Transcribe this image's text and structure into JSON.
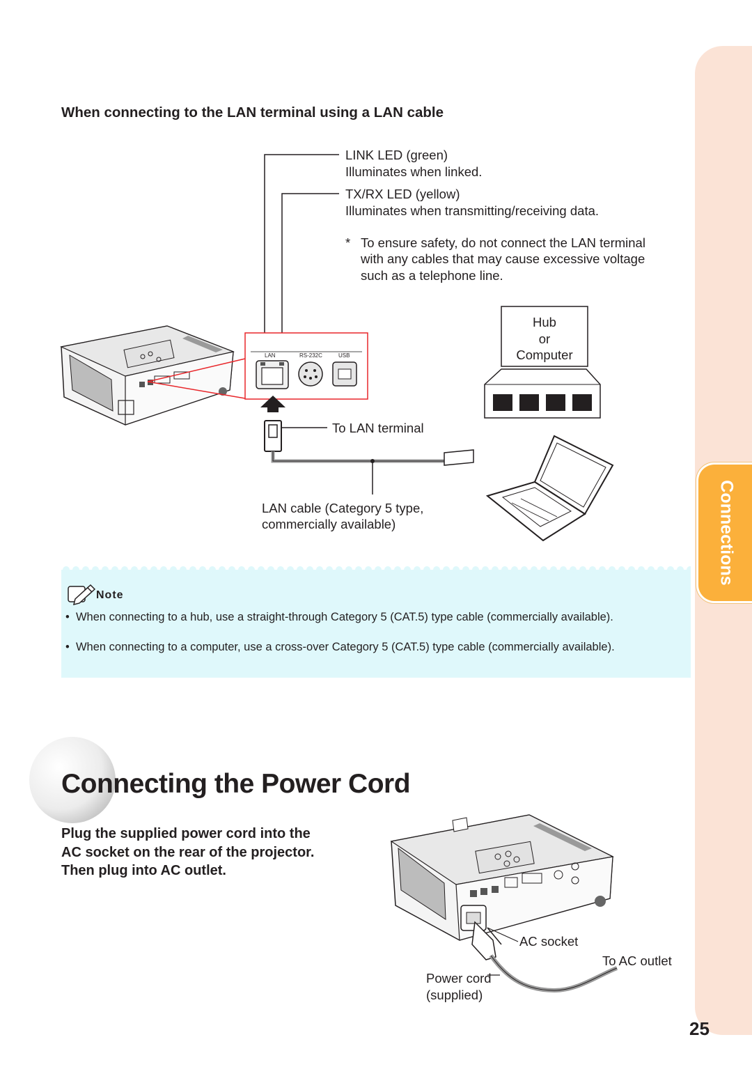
{
  "side_tab": {
    "label": "Connections"
  },
  "lan_section": {
    "heading": "When connecting to the LAN terminal using a LAN cable",
    "link_led": "LINK LED (green)",
    "link_led_desc": "Illuminates when linked.",
    "txrx_led": "TX/RX LED (yellow)",
    "txrx_led_desc": "Illuminates when transmitting/receiving data.",
    "safety_star": "*",
    "safety_note_1": "To ensure safety, do not connect the LAN terminal",
    "safety_note_2": "with any cables that may cause excessive voltage",
    "safety_note_3": "such as a telephone line.",
    "hub_1": "Hub",
    "hub_2": "or",
    "hub_3": "Computer",
    "port_lan": "LAN",
    "port_rs232c": "RS-232C",
    "port_usb": "USB",
    "to_lan_terminal": "To LAN terminal",
    "lan_cable_1": "LAN cable (Category 5 type,",
    "lan_cable_2": "commercially available)"
  },
  "note": {
    "title": "Note",
    "bullet_symbol": "•",
    "items": [
      "When connecting to a hub, use a straight-through Category 5 (CAT.5) type cable (commercially available).",
      "When connecting to a computer, use a cross-over Category 5 (CAT.5) type cable (commercially available)."
    ]
  },
  "power_section": {
    "title": "Connecting the Power Cord",
    "instruction_1": "Plug the supplied power cord into the",
    "instruction_2": "AC socket on the rear of the projector.",
    "instruction_3": "Then plug into AC outlet.",
    "ac_socket": "AC socket",
    "to_ac_outlet": "To AC outlet",
    "power_cord_1": "Power cord",
    "power_cord_2": "(supplied)"
  },
  "page_number": "25",
  "colors": {
    "accent_tab": "#fbb03b",
    "side_tab": "#fbe3d6",
    "note_bg": "#dff8fb",
    "highlight_red": "#e8262a"
  }
}
